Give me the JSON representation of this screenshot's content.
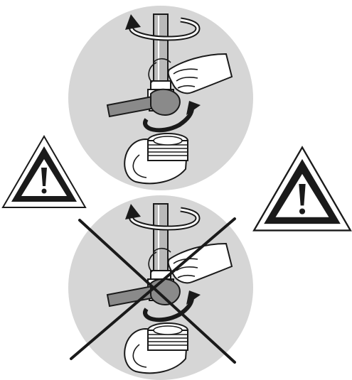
{
  "diagram": {
    "panels": [
      {
        "id": "correct",
        "status": "correct",
        "actions": [
          "rotate-pipe",
          "hold-nut-with-hand",
          "turn-wrench"
        ]
      },
      {
        "id": "incorrect",
        "status": "crossed-out",
        "actions": [
          "rotate-pipe",
          "hold-nut-with-hand",
          "turn-wrench"
        ]
      }
    ],
    "warnings": [
      {
        "id": "warning-left",
        "symbol": "!"
      },
      {
        "id": "warning-right",
        "symbol": "!"
      }
    ],
    "colors": {
      "panel_background": "#d6d6d6",
      "line": "#1a1a1a",
      "wrench_fill": "#8a8a8a",
      "fill_white": "#ffffff"
    }
  }
}
